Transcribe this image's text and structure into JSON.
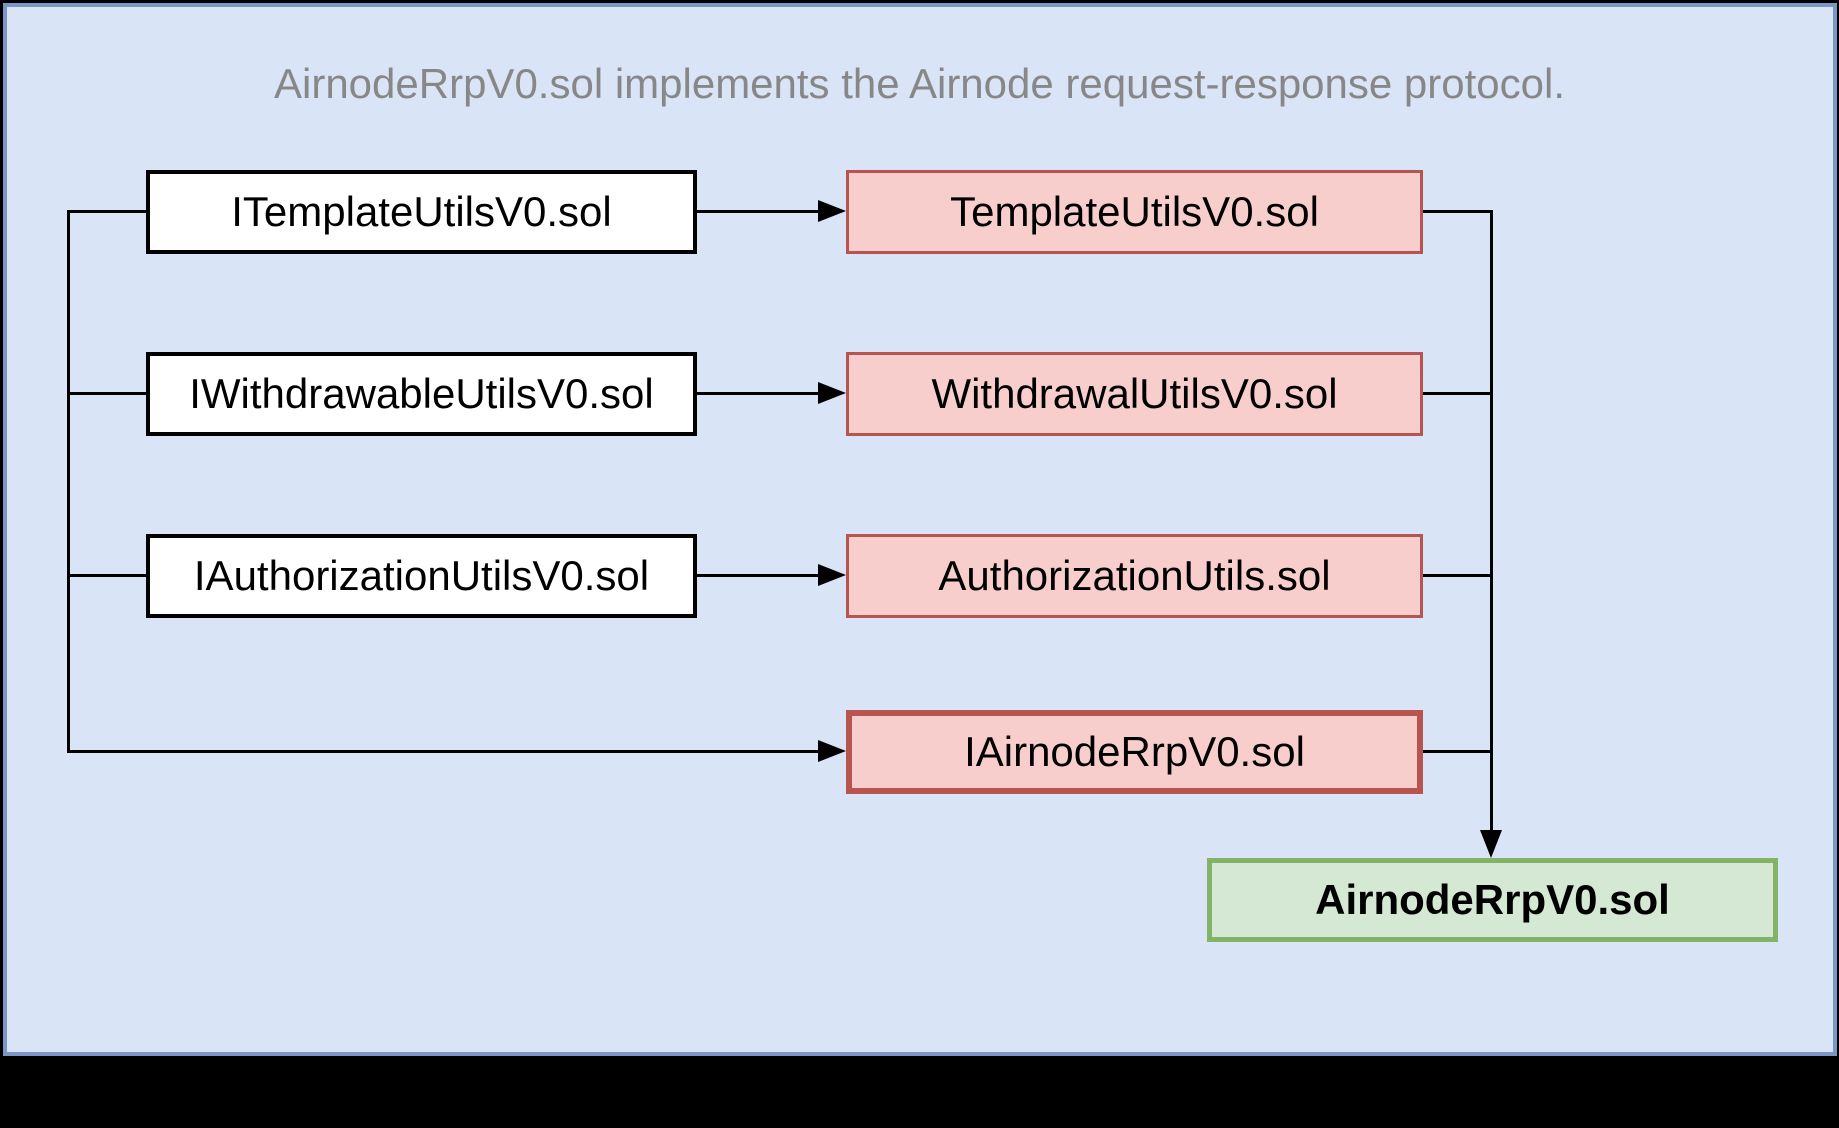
{
  "title": "AirnodeRrpV0.sol implements the Airnode request-response protocol.",
  "boxes": {
    "itemplate_utils": "ITemplateUtilsV0.sol",
    "iwithdrawable_utils": "IWithdrawableUtilsV0.sol",
    "iauthorization_utils": "IAuthorizationUtilsV0.sol",
    "template_utils": "TemplateUtilsV0.sol",
    "withdrawal_utils": "WithdrawalUtilsV0.sol",
    "authorization_utils": "AuthorizationUtils.sol",
    "iairnode_rrp": "IAirnodeRrpV0.sol",
    "airnode_rrp": "AirnodeRrpV0.sol"
  },
  "colors": {
    "canvas_background": "#000000",
    "panel_fill": "#d9e4f7",
    "panel_border": "#7b95c6",
    "interface_fill": "#ffffff",
    "interface_border": "#000000",
    "implementation_fill": "#f8cecc",
    "implementation_border": "#b85450",
    "main_fill": "#d5e8d4",
    "main_border": "#82b366",
    "title_text": "#878787",
    "connector": "#000000"
  }
}
